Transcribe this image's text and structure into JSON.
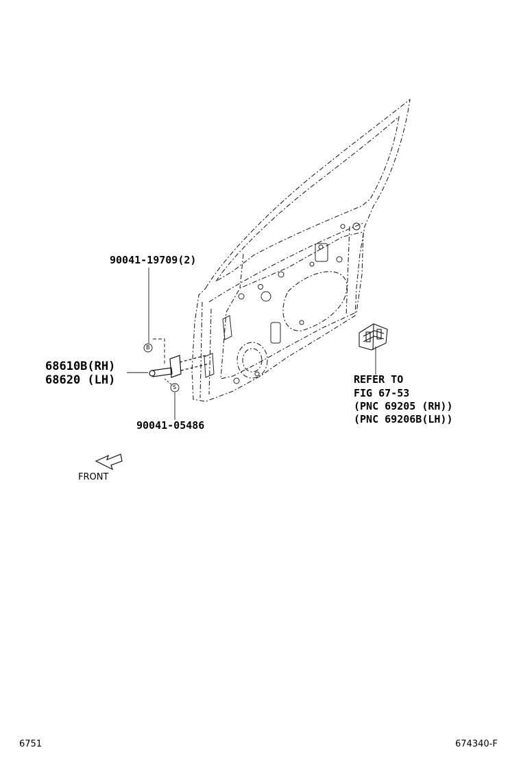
{
  "part_labels": {
    "bolt_top": "90041-19709(2)",
    "part_rh": "68610B(RH)",
    "part_lh": "68620 (LH)",
    "screw_bottom": "90041-05486"
  },
  "callouts": {
    "bolt": "B",
    "screw": "S"
  },
  "refer_note": {
    "line1": "REFER TO",
    "line2": "FIG 67-53",
    "line3": "(PNC 69205 (RH))",
    "line4": "(PNC 69206B(LH))"
  },
  "front_indicator": {
    "label": "FRONT"
  },
  "footer": {
    "fig_number": "6751",
    "illustration_id": "674340-F"
  }
}
